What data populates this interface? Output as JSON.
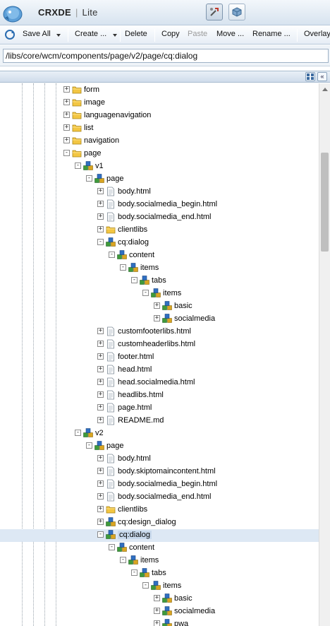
{
  "header": {
    "brand_strong": "CRXDE",
    "brand_sep": "|",
    "brand_lite": "Lite",
    "logo_icon": "crx-logo-icon",
    "mode_buttons": [
      "tools-mode-icon",
      "cube-mode-icon"
    ]
  },
  "toolbar": {
    "refresh_icon": "refresh-icon",
    "save_all": "Save All",
    "create": "Create ...",
    "delete": "Delete",
    "copy": "Copy",
    "paste": "Paste",
    "move": "Move ...",
    "rename": "Rename ...",
    "overlay": "Overlay"
  },
  "path": {
    "value": "/libs/core/wcm/components/page/v2/page/cq:dialog"
  },
  "panel": {
    "collapse_label": "«",
    "tree_icon": "tree-view-icon"
  },
  "colors": {
    "folder": "#f3c642",
    "node_blue": "#2f6fc1",
    "node_green": "#3f9a3a",
    "node_gold": "#d9a521",
    "selected_row": "#dde8f4"
  },
  "tree": [
    {
      "label": "form",
      "depth": 0,
      "icon": "folder",
      "toggle": "+"
    },
    {
      "label": "image",
      "depth": 0,
      "icon": "folder",
      "toggle": "+"
    },
    {
      "label": "languagenavigation",
      "depth": 0,
      "icon": "folder",
      "toggle": "+"
    },
    {
      "label": "list",
      "depth": 0,
      "icon": "folder",
      "toggle": "+"
    },
    {
      "label": "navigation",
      "depth": 0,
      "icon": "folder",
      "toggle": "+"
    },
    {
      "label": "page",
      "depth": 0,
      "icon": "folder",
      "toggle": "-"
    },
    {
      "label": "v1",
      "depth": 1,
      "icon": "node",
      "toggle": "-"
    },
    {
      "label": "page",
      "depth": 2,
      "icon": "node",
      "toggle": "-"
    },
    {
      "label": "body.html",
      "depth": 3,
      "icon": "file",
      "toggle": "+"
    },
    {
      "label": "body.socialmedia_begin.html",
      "depth": 3,
      "icon": "file",
      "toggle": "+"
    },
    {
      "label": "body.socialmedia_end.html",
      "depth": 3,
      "icon": "file",
      "toggle": "+"
    },
    {
      "label": "clientlibs",
      "depth": 3,
      "icon": "folder",
      "toggle": "+"
    },
    {
      "label": "cq:dialog",
      "depth": 3,
      "icon": "node",
      "toggle": "-"
    },
    {
      "label": "content",
      "depth": 4,
      "icon": "node",
      "toggle": "-"
    },
    {
      "label": "items",
      "depth": 5,
      "icon": "node",
      "toggle": "-"
    },
    {
      "label": "tabs",
      "depth": 6,
      "icon": "node",
      "toggle": "-"
    },
    {
      "label": "items",
      "depth": 7,
      "icon": "node",
      "toggle": "-"
    },
    {
      "label": "basic",
      "depth": 8,
      "icon": "node",
      "toggle": "+"
    },
    {
      "label": "socialmedia",
      "depth": 8,
      "icon": "node",
      "toggle": "+"
    },
    {
      "label": "customfooterlibs.html",
      "depth": 3,
      "icon": "file",
      "toggle": "+"
    },
    {
      "label": "customheaderlibs.html",
      "depth": 3,
      "icon": "file",
      "toggle": "+"
    },
    {
      "label": "footer.html",
      "depth": 3,
      "icon": "file",
      "toggle": "+"
    },
    {
      "label": "head.html",
      "depth": 3,
      "icon": "file",
      "toggle": "+"
    },
    {
      "label": "head.socialmedia.html",
      "depth": 3,
      "icon": "file",
      "toggle": "+"
    },
    {
      "label": "headlibs.html",
      "depth": 3,
      "icon": "file",
      "toggle": "+"
    },
    {
      "label": "page.html",
      "depth": 3,
      "icon": "file",
      "toggle": "+"
    },
    {
      "label": "README.md",
      "depth": 3,
      "icon": "file",
      "toggle": "+"
    },
    {
      "label": "v2",
      "depth": 1,
      "icon": "node",
      "toggle": "-"
    },
    {
      "label": "page",
      "depth": 2,
      "icon": "node",
      "toggle": "-"
    },
    {
      "label": "body.html",
      "depth": 3,
      "icon": "file",
      "toggle": "+"
    },
    {
      "label": "body.skiptomaincontent.html",
      "depth": 3,
      "icon": "file",
      "toggle": "+"
    },
    {
      "label": "body.socialmedia_begin.html",
      "depth": 3,
      "icon": "file",
      "toggle": "+"
    },
    {
      "label": "body.socialmedia_end.html",
      "depth": 3,
      "icon": "file",
      "toggle": "+"
    },
    {
      "label": "clientlibs",
      "depth": 3,
      "icon": "folder",
      "toggle": "+"
    },
    {
      "label": "cq:design_dialog",
      "depth": 3,
      "icon": "node",
      "toggle": "+"
    },
    {
      "label": "cq:dialog",
      "depth": 3,
      "icon": "node",
      "toggle": "-",
      "selected": true
    },
    {
      "label": "content",
      "depth": 4,
      "icon": "node",
      "toggle": "-"
    },
    {
      "label": "items",
      "depth": 5,
      "icon": "node",
      "toggle": "-"
    },
    {
      "label": "tabs",
      "depth": 6,
      "icon": "node",
      "toggle": "-"
    },
    {
      "label": "items",
      "depth": 7,
      "icon": "node",
      "toggle": "-"
    },
    {
      "label": "basic",
      "depth": 8,
      "icon": "node",
      "toggle": "+"
    },
    {
      "label": "socialmedia",
      "depth": 8,
      "icon": "node",
      "toggle": "+"
    },
    {
      "label": "pwa",
      "depth": 8,
      "icon": "node",
      "toggle": "+"
    }
  ]
}
